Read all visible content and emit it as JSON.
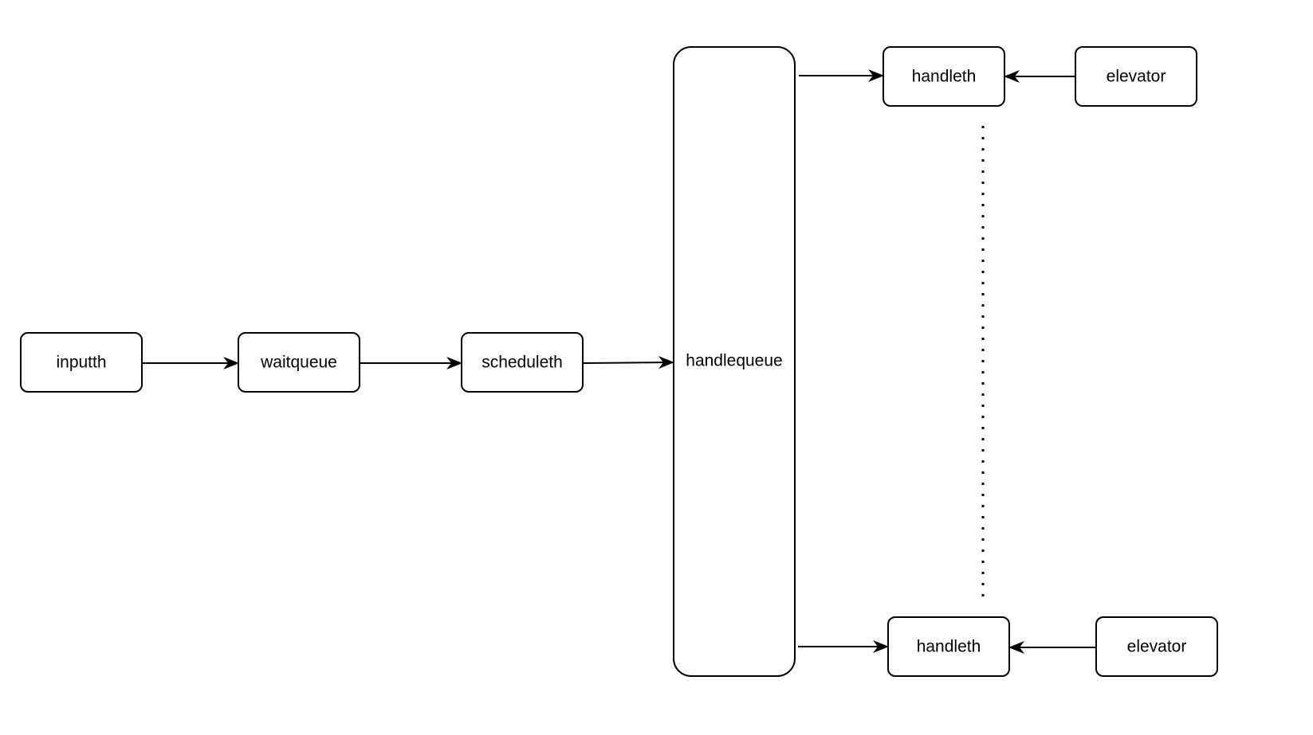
{
  "diagram": {
    "nodes": {
      "inputth": "inputth",
      "waitqueue": "waitqueue",
      "scheduleth": "scheduleth",
      "handlequeue": "handlequeue",
      "handleth_top": "handleth",
      "elevator_top": "elevator",
      "handleth_bottom": "handleth",
      "elevator_bottom": "elevator"
    }
  }
}
